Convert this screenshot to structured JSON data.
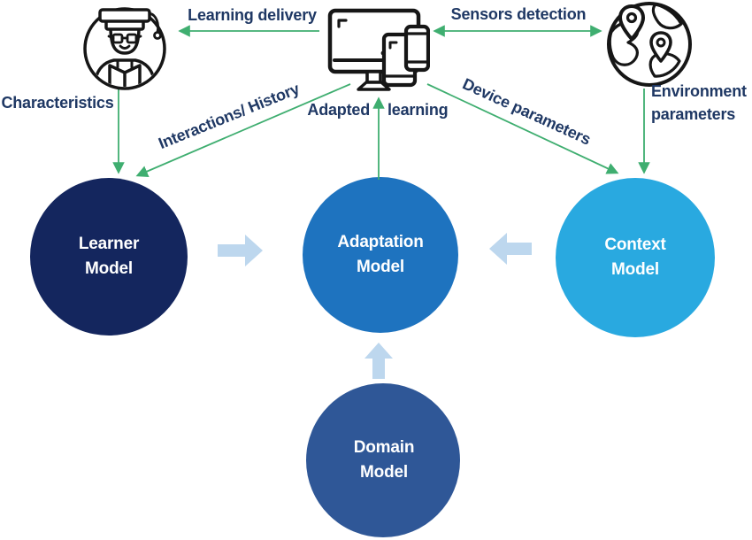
{
  "figure": {
    "description_labels": {
      "learning_delivery": "Learning delivery",
      "sensors_detection": "Sensors detection",
      "characteristics": "Characteristics",
      "interactions_history": "Interactions/ History",
      "adapted_word": "Adapted",
      "learning_word": "learning",
      "device_parameters": "Device parameters",
      "environment_parameters": "Environment parameters"
    }
  },
  "labels": {
    "learning_delivery": "Learning delivery",
    "sensors_detection": "Sensors detection",
    "characteristics": "Characteristics",
    "interactions_history": "Interactions/ History",
    "adapted_word": "Adapted",
    "learning_word": "learning",
    "device_parameters": "Device parameters",
    "environment_parameters": "Environment parameters"
  },
  "models": {
    "learner": {
      "line1": "Learner",
      "line2": "Model"
    },
    "adaptation": {
      "line1": "Adaptation",
      "line2": "Model"
    },
    "context": {
      "line1": "Context",
      "line2": "Model"
    },
    "domain": {
      "line1": "Domain",
      "line2": "Model"
    }
  },
  "icons": {
    "learner": "student-graduate-reading-icon",
    "devices": "computer-tablet-phone-icon",
    "environment": "globe-location-pins-icon"
  },
  "colors": {
    "background": "#ffffff",
    "label_text": "#1f3864",
    "circle_label_text": "#ffffff",
    "green_arrow": "#3fae70",
    "block_arrow": "#bdd7ee",
    "learner_circle": "#14265e",
    "adaptation_circle": "#1e73bf",
    "context_circle": "#29a9e0",
    "domain_circle": "#2f5797",
    "icon_stroke": "#161616"
  }
}
